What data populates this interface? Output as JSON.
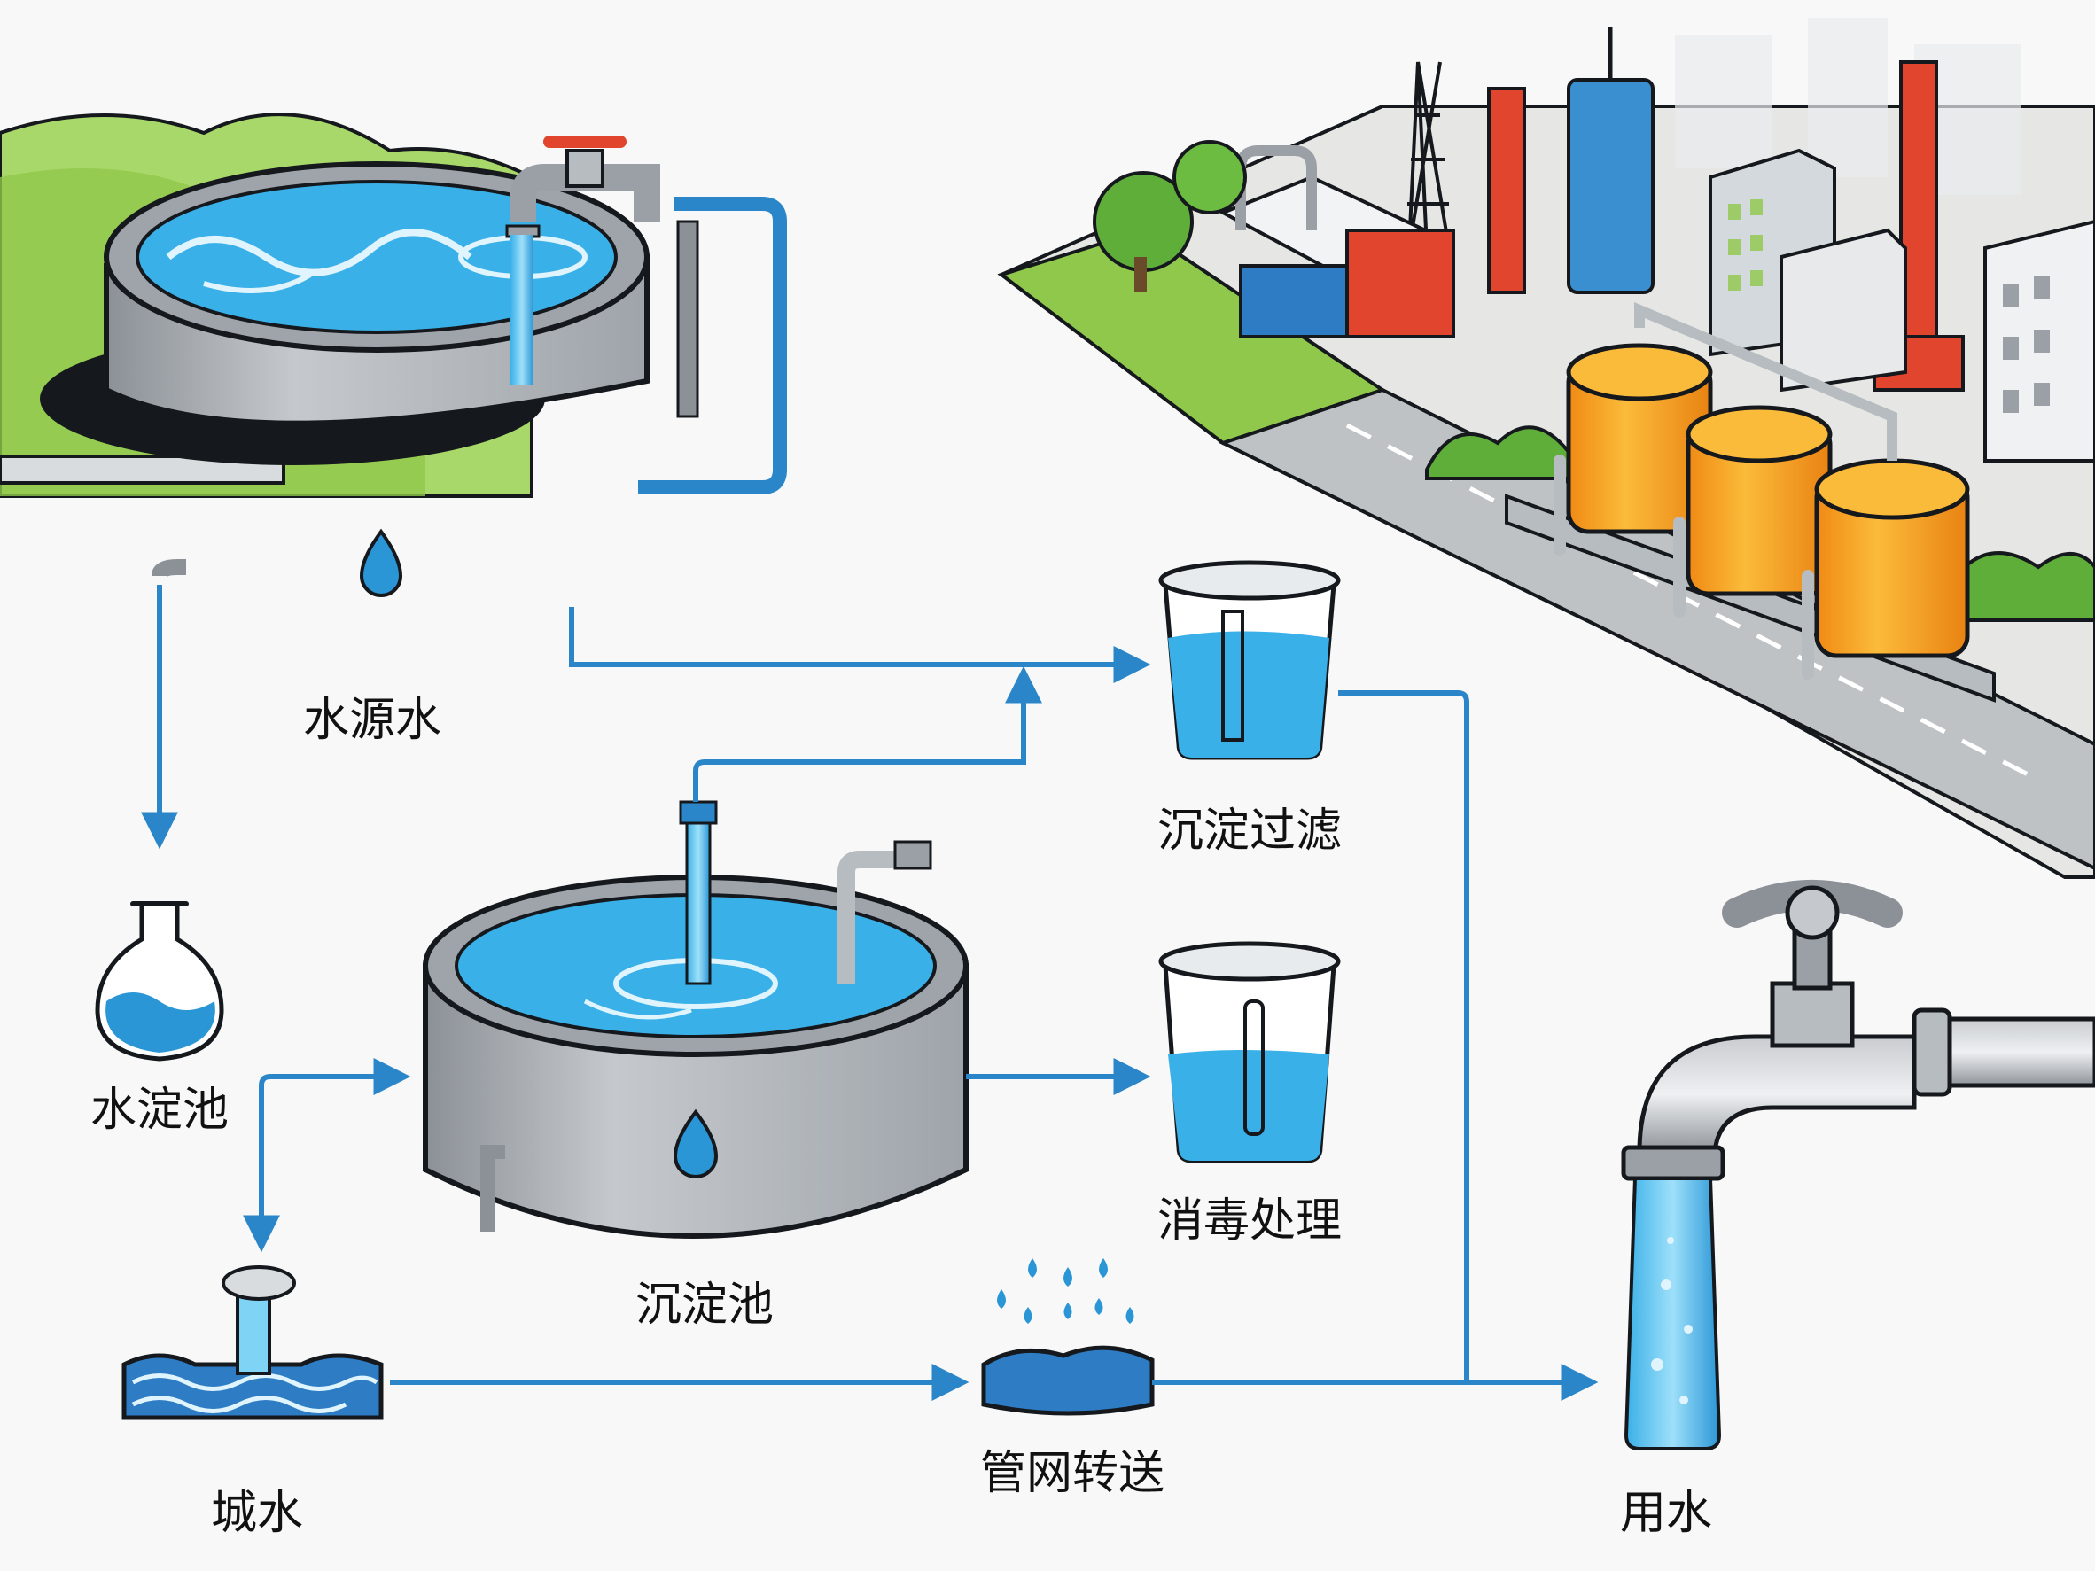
{
  "labels": {
    "source_water": "水源水",
    "sedimentation_flask": "水淀池",
    "city_water": "城水",
    "sedimentation_tank": "沉淀池",
    "sediment_filter": "沉淀过滤",
    "disinfection": "消毒处理",
    "pipe_transfer": "管网转送",
    "water_use": "用水"
  },
  "colors": {
    "water_light": "#7fd3f5",
    "water_mid": "#3ab0e8",
    "water_dark": "#1f78c2",
    "arrow": "#2a86c8",
    "tank_gray": "#b9bdc2",
    "tank_dark": "#8c9197",
    "outline": "#15181c",
    "grass": "#8fc84a",
    "orange_tank": "#f6a21e",
    "red_chimney": "#e2452e"
  },
  "icons": [
    "faucet-icon",
    "water-drop-icon",
    "beaker-icon",
    "flask-icon",
    "pump-icon",
    "puddle-icon",
    "factory-icon"
  ]
}
